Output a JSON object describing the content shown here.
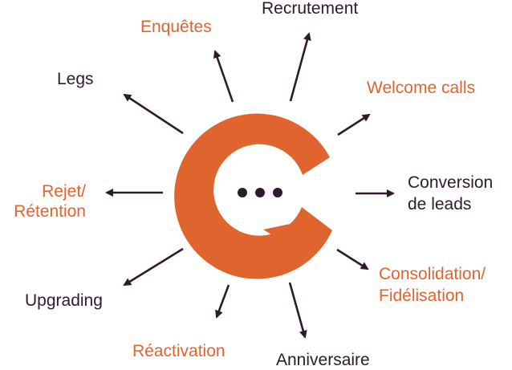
{
  "colors": {
    "accent": "#e0642e",
    "text_dark": "#2e1a2e",
    "arrow": "#2e1a2e",
    "dots": "#2e1a2e"
  },
  "center_icon": "chat-bubble-c-icon",
  "labels": {
    "recrutement": [
      "Recrutement"
    ],
    "enquetes": [
      "Enquêtes"
    ],
    "legs": [
      "Legs"
    ],
    "welcome_calls": [
      "Welcome calls"
    ],
    "conversion": [
      "Conversion",
      "de leads"
    ],
    "rejet": [
      "Rejet/",
      "Rétention"
    ],
    "consolidation": [
      "Consolidation/",
      "Fidélisation"
    ],
    "upgrading": [
      "Upgrading"
    ],
    "reactivation": [
      "Réactivation"
    ],
    "anniversaire": [
      "Anniversaire"
    ]
  }
}
